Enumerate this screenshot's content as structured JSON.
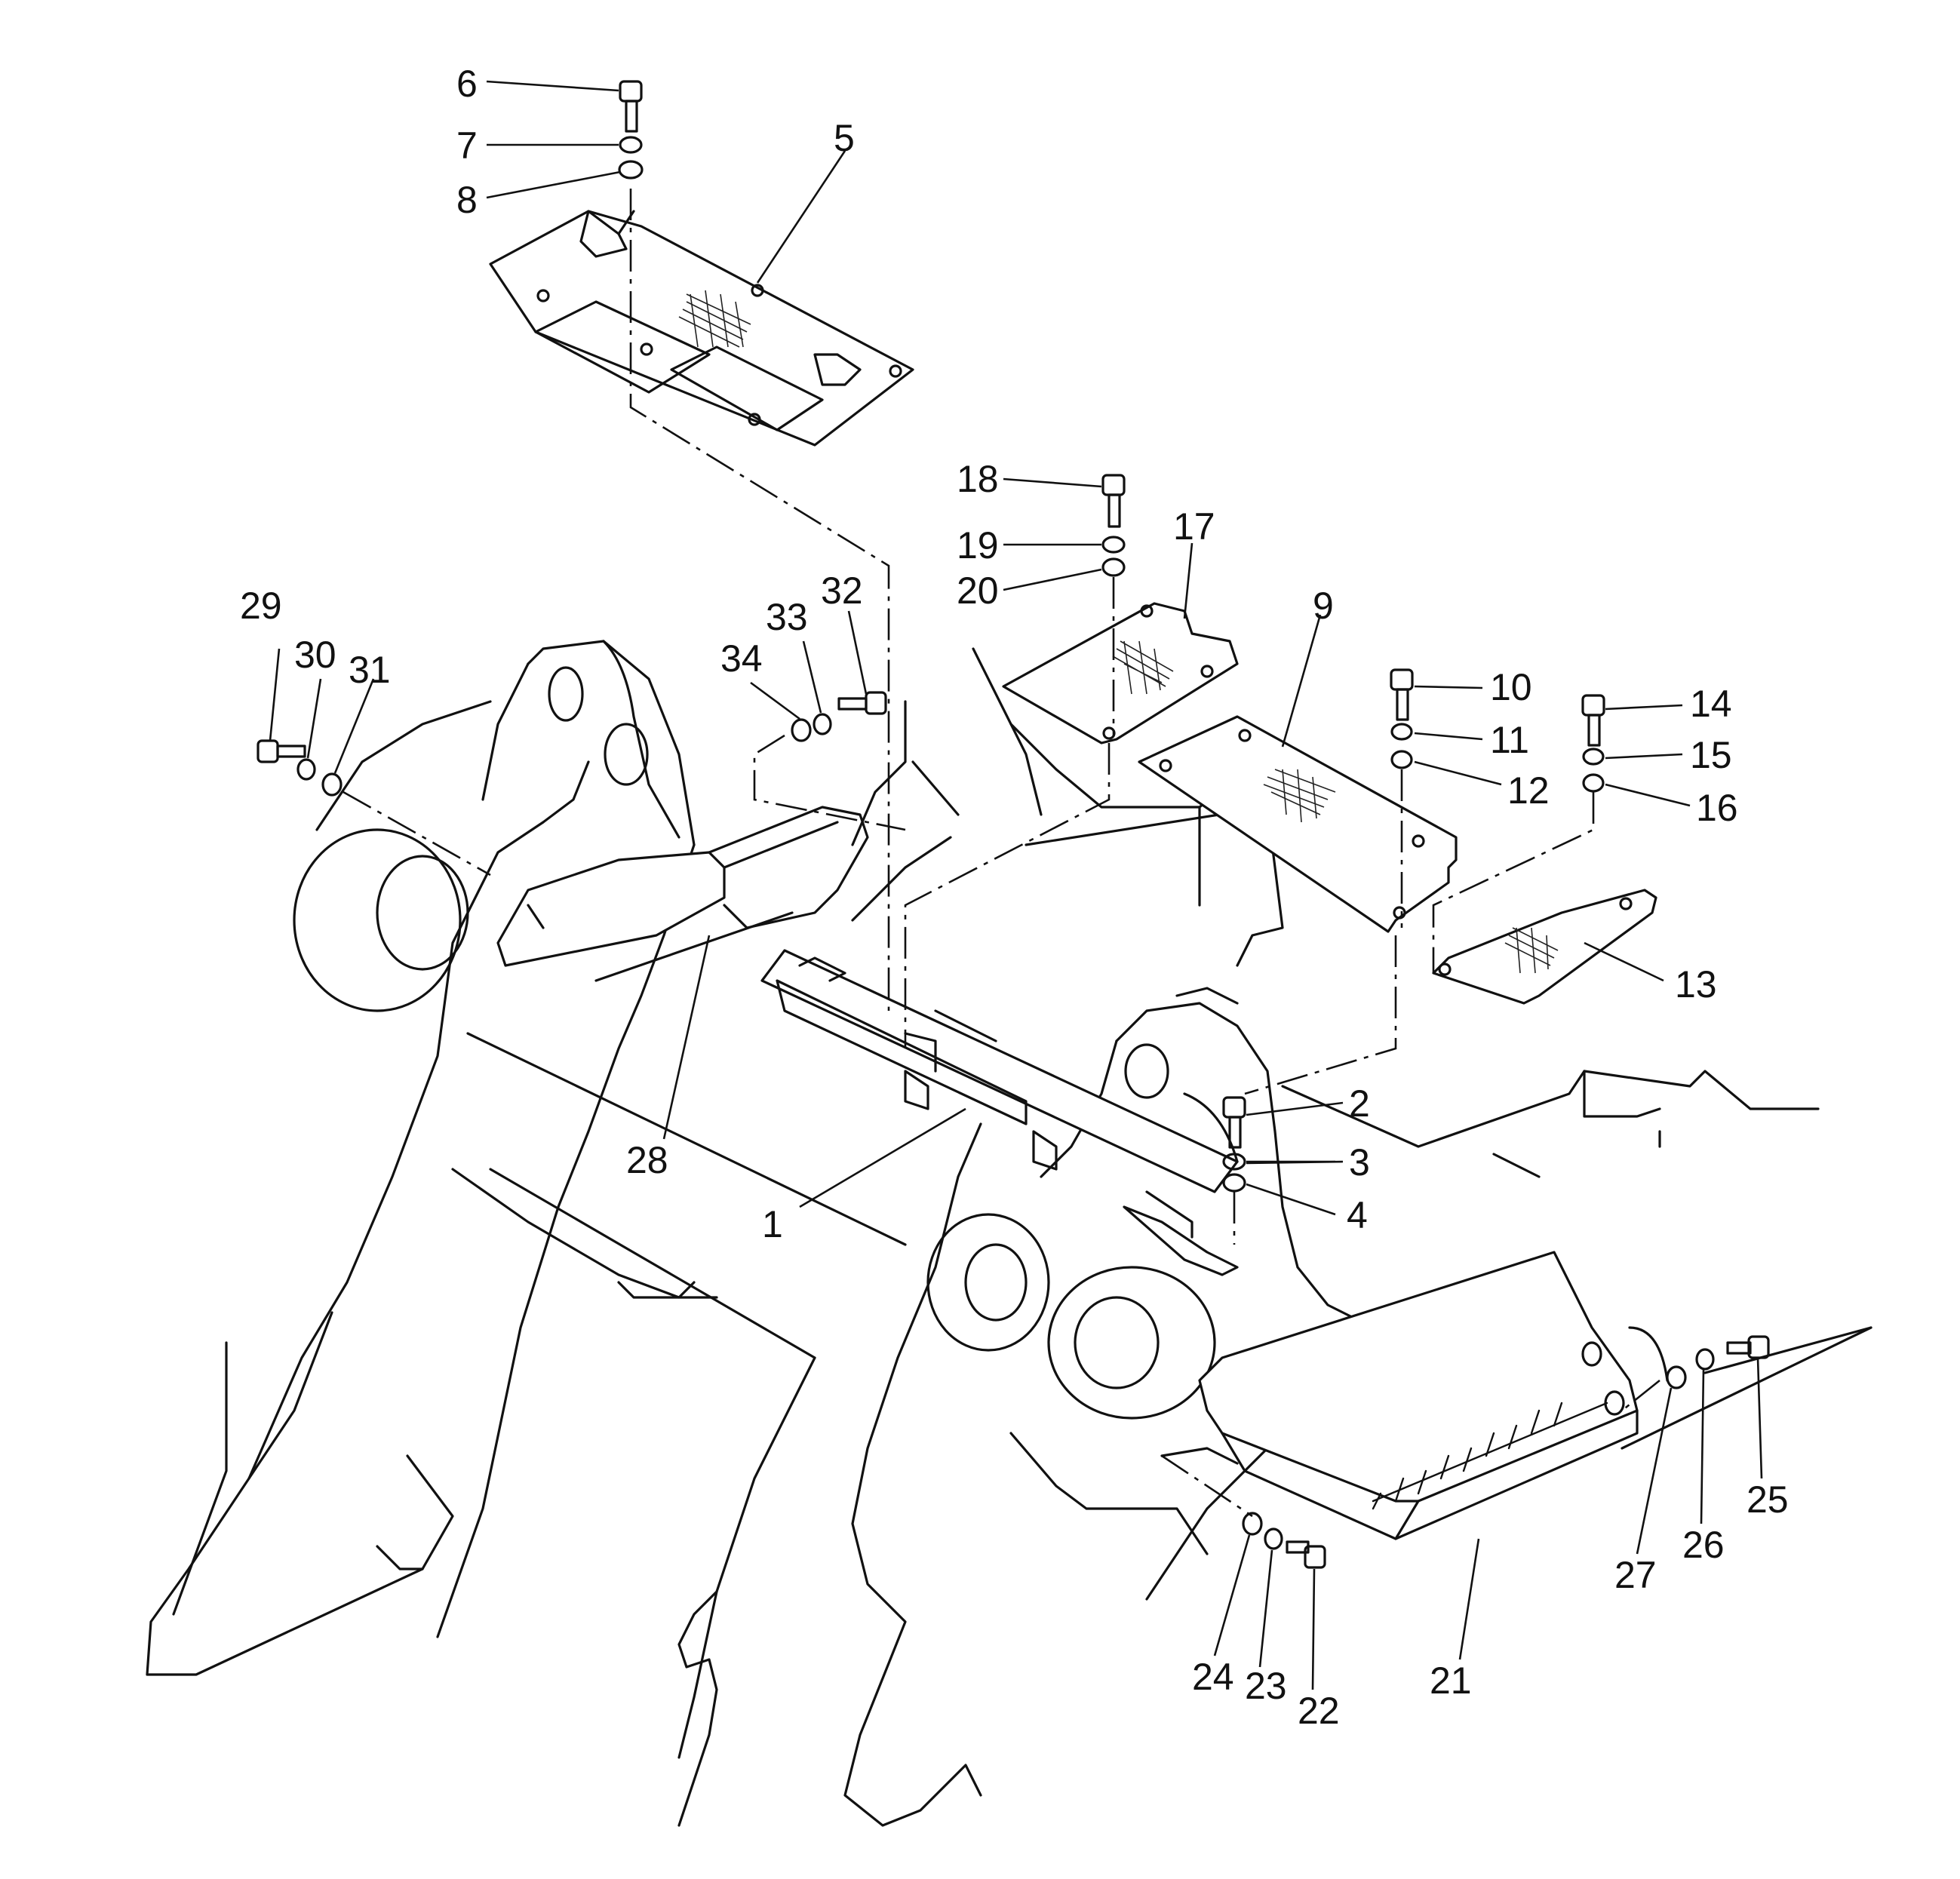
{
  "callouts": [
    {
      "label": "1"
    },
    {
      "label": "2"
    },
    {
      "label": "3"
    },
    {
      "label": "3"
    },
    {
      "label": "4"
    },
    {
      "label": "5"
    },
    {
      "label": "6"
    },
    {
      "label": "7"
    },
    {
      "label": "8"
    },
    {
      "label": "9"
    },
    {
      "label": "10"
    },
    {
      "label": "11"
    },
    {
      "label": "12"
    },
    {
      "label": "13"
    },
    {
      "label": "14"
    },
    {
      "label": "15"
    },
    {
      "label": "16"
    },
    {
      "label": "17"
    },
    {
      "label": "18"
    },
    {
      "label": "19"
    },
    {
      "label": "20"
    },
    {
      "label": "21"
    },
    {
      "label": "22"
    },
    {
      "label": "23"
    },
    {
      "label": "24"
    },
    {
      "label": "25"
    },
    {
      "label": "26"
    },
    {
      "label": "27"
    },
    {
      "label": "28"
    },
    {
      "label": "29"
    },
    {
      "label": "30"
    },
    {
      "label": "31"
    },
    {
      "label": "32"
    },
    {
      "label": "33"
    },
    {
      "label": "34"
    }
  ]
}
